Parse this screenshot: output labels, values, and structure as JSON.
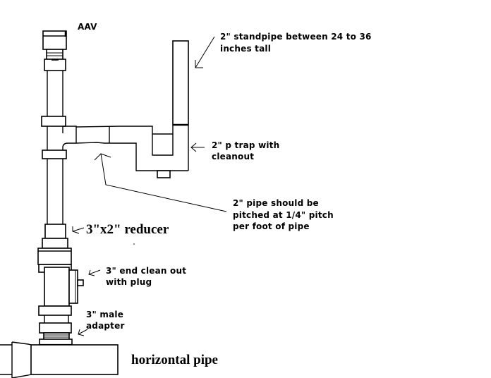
{
  "diagram": {
    "title": "Washing machine standpipe drain with AAV",
    "labels": {
      "aav": "AAV",
      "standpipe_line1": "2\" standpipe between 24 to 36",
      "standpipe_line2": "inches tall",
      "ptrap_line1": "2\" p trap with",
      "ptrap_line2": "cleanout",
      "pitch_line1": "2\" pipe should be",
      "pitch_line2": "pitched at 1/4\" pitch",
      "pitch_line3": "per foot of pipe",
      "reducer": "3\"x2\" reducer",
      "cleanout_line1": "3\" end clean out",
      "cleanout_line2": "with plug",
      "adapter_line1": "3\" male",
      "adapter_line2": "adapter",
      "horizontal": "horizontal pipe"
    },
    "components": [
      {
        "id": "aav",
        "name": "Air admittance valve"
      },
      {
        "id": "vent-pipe",
        "name": "Vertical vent/drain pipe"
      },
      {
        "id": "sanitary-tee",
        "name": "Tee fitting"
      },
      {
        "id": "trap-arm",
        "name": "2\" trap arm"
      },
      {
        "id": "p-trap",
        "name": "2\" p trap with cleanout"
      },
      {
        "id": "standpipe",
        "name": "2\" standpipe"
      },
      {
        "id": "reducer",
        "name": "3\"x2\" reducer"
      },
      {
        "id": "cleanout-tee",
        "name": "3\" end clean out with plug"
      },
      {
        "id": "male-adapter",
        "name": "3\" male adapter"
      },
      {
        "id": "horizontal-pipe",
        "name": "horizontal pipe"
      }
    ],
    "colors": {
      "stroke": "#000000",
      "background": "#ffffff"
    }
  }
}
